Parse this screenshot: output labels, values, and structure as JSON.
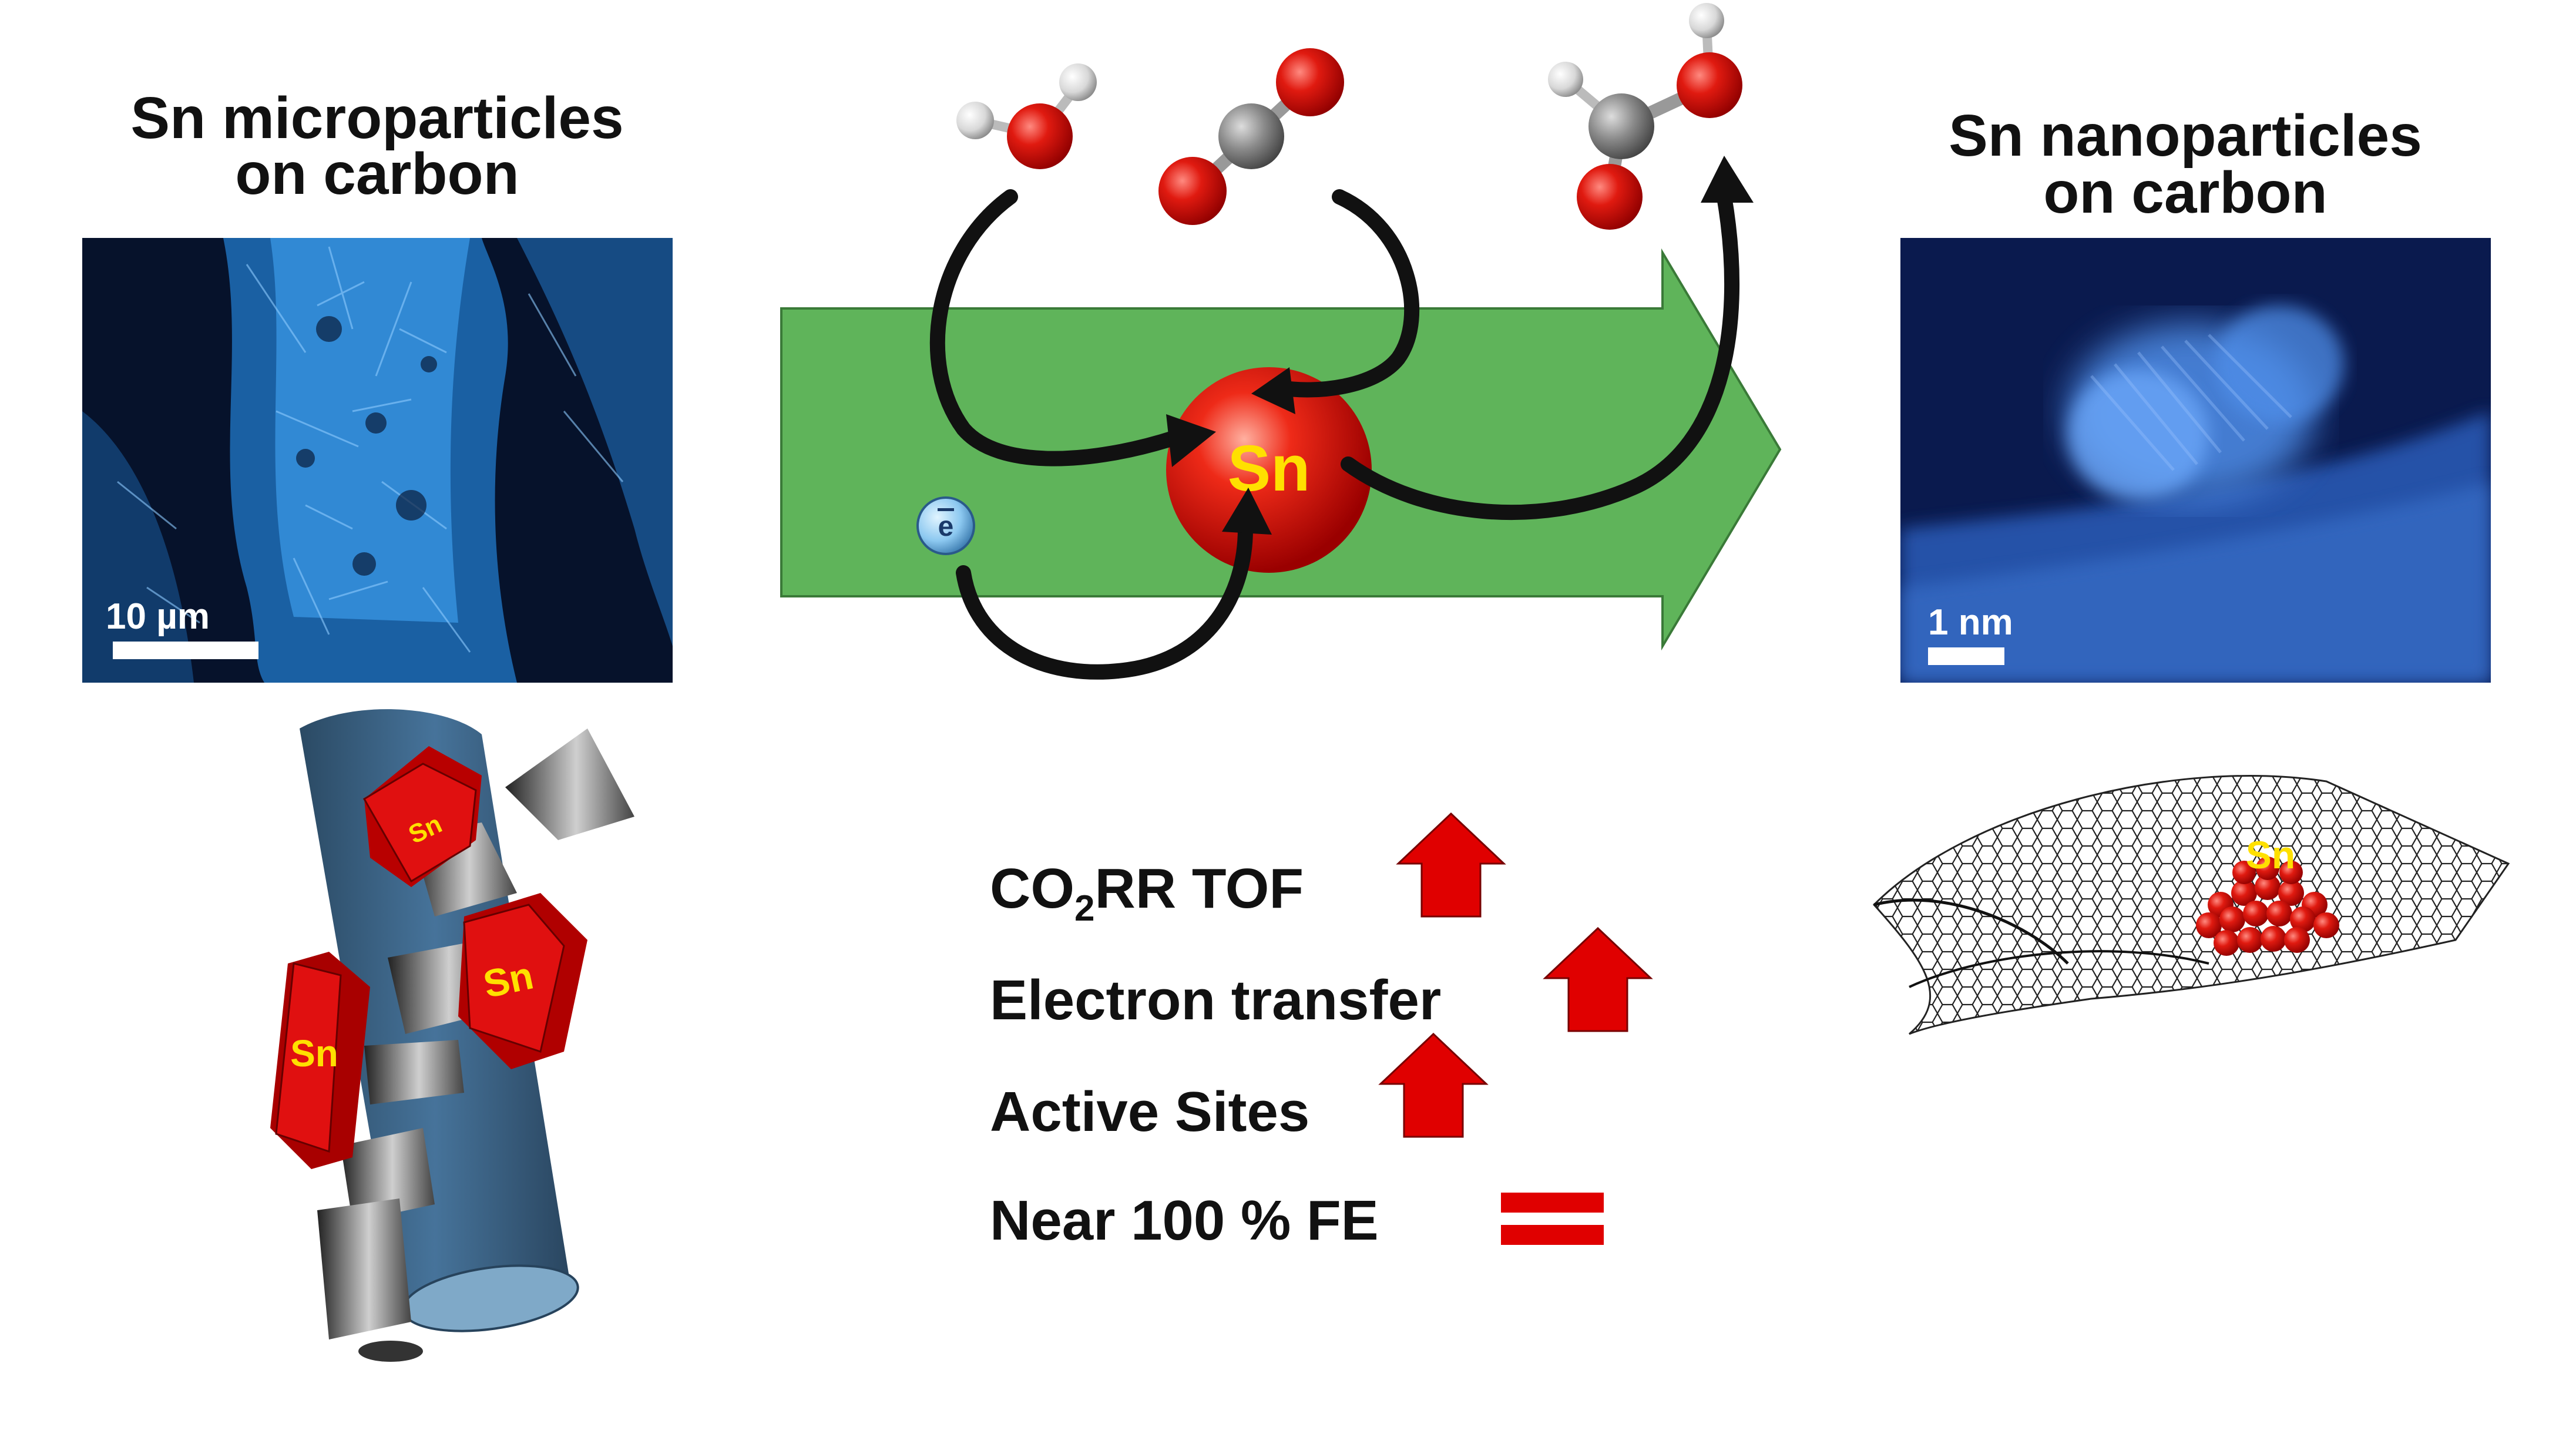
{
  "left_panel": {
    "title_line1": "Sn microparticles",
    "title_line2": "on carbon",
    "scale_bar_label": "10 µm"
  },
  "right_panel": {
    "title_line1": "Sn nanoparticles",
    "title_line2": "on carbon",
    "scale_bar_label": "1 nm"
  },
  "center_scheme": {
    "catalyst_label": "Sn",
    "electron_label": "e",
    "arrow_color": "#5fb45a",
    "catalyst_color": "#e01010"
  },
  "comparison": {
    "co2rr_prefix": "CO",
    "co2rr_sub": "2",
    "co2rr_suffix": "RR TOF",
    "electron_transfer": "Electron transfer",
    "active_sites": "Active Sites",
    "near_fe": "Near 100 % FE",
    "indicator_up": "increase",
    "indicator_equal": "equal"
  },
  "illustration_labels": {
    "micro_particle_1": "Sn",
    "micro_particle_2": "Sn",
    "micro_particle_3": "Sn",
    "nano_cluster": "Sn"
  },
  "colors": {
    "sem_background": "#06122b",
    "sem_foreground": "#4aa8ff",
    "tem_background": "#0a1a4e",
    "red_arrow": "#e00000",
    "label_yellow": "#ffe000",
    "cylinder": "#355a78"
  }
}
